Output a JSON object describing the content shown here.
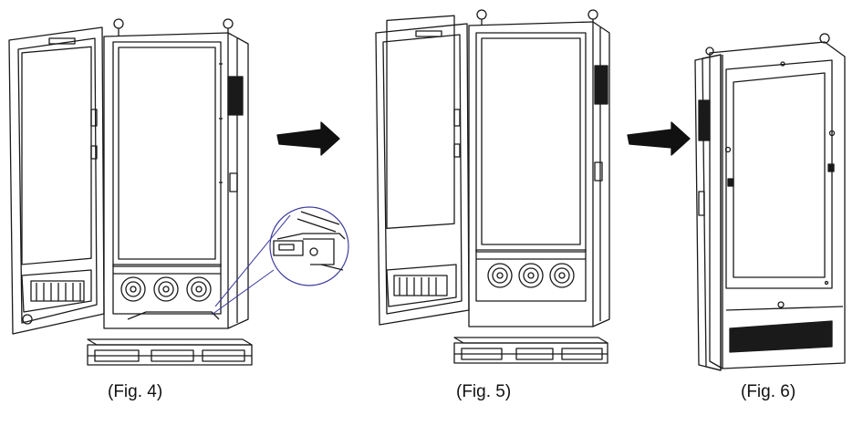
{
  "figures": [
    {
      "caption": "(Fig. 4)"
    },
    {
      "caption": "(Fig. 5)"
    },
    {
      "caption": "(Fig. 6)"
    }
  ],
  "colors": {
    "line": "#1a1a1a",
    "detail_circle": "#3a3a9c",
    "arrow": "#111111"
  },
  "icons": [
    "right-arrow-icon",
    "lifting-eye-icon",
    "fan-icon",
    "door-handle-icon"
  ]
}
